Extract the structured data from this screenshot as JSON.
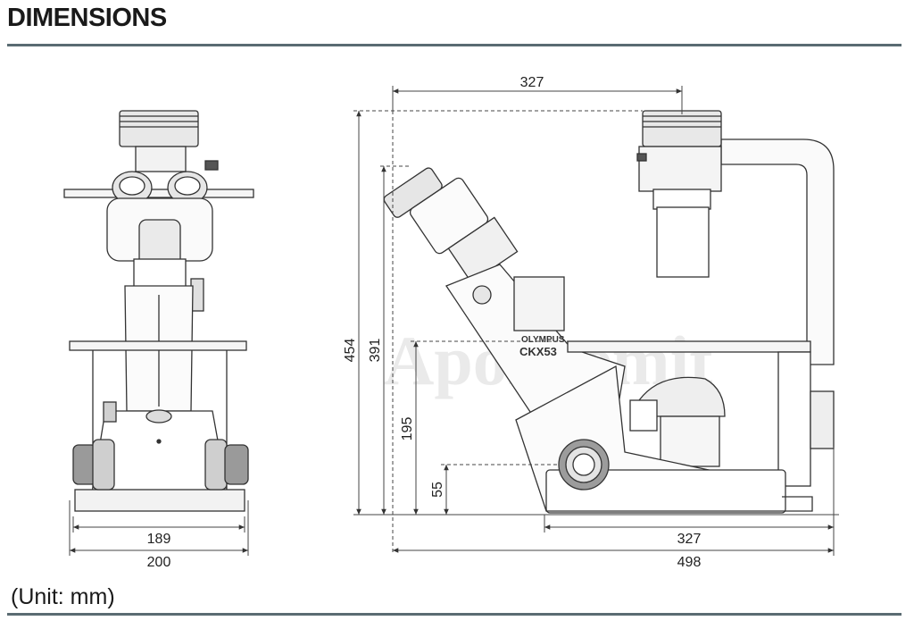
{
  "header": {
    "title": "DIMENSIONS"
  },
  "footer": {
    "unit_note": "(Unit: mm)"
  },
  "front_view": {
    "dim_width_inner": "189",
    "dim_width_outer": "200"
  },
  "side_view": {
    "dim_top_width": "327",
    "dim_total_height": "454",
    "dim_eyepiece_height": "391",
    "dim_stage_height": "195",
    "dim_knob_height": "55",
    "dim_base_depth": "327",
    "dim_total_depth": "498",
    "brand_label": "OLYMPUS",
    "model_label": "CKX53"
  },
  "watermark": {
    "text": "Apolloemit"
  },
  "colors": {
    "rule": "#5a6b72",
    "line": "#333333",
    "text": "#1a1a1a"
  }
}
